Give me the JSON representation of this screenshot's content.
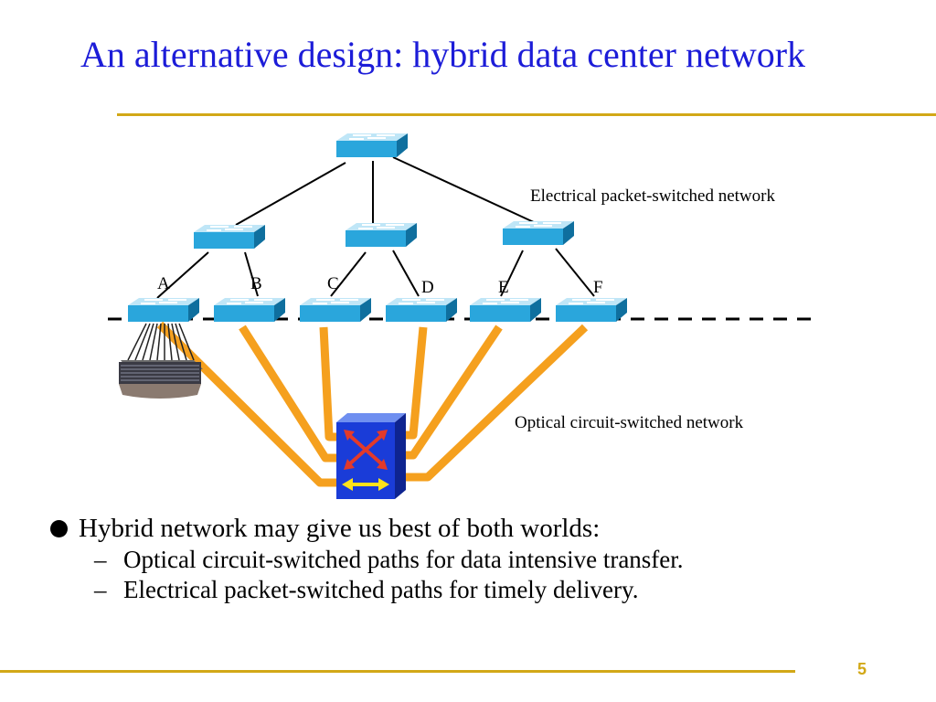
{
  "title": "An alternative design: hybrid data center network",
  "diagram": {
    "electrical_label": "Electrical packet-switched network",
    "optical_label": "Optical circuit-switched network",
    "rack_labels": [
      "A",
      "B",
      "C",
      "D",
      "E",
      "F"
    ]
  },
  "bullets": {
    "main": "Hybrid network may give us best of both worlds:",
    "subs": [
      "Optical circuit-switched paths for data intensive transfer.",
      "Electrical packet-switched paths for timely delivery."
    ]
  },
  "page_number": "5",
  "colors": {
    "title": "#1c1cd8",
    "accent_rule": "#d2a817",
    "switch": "#2aa6dc",
    "optical_link": "#f5a01e",
    "optical_switch": "#1a3cd8"
  }
}
